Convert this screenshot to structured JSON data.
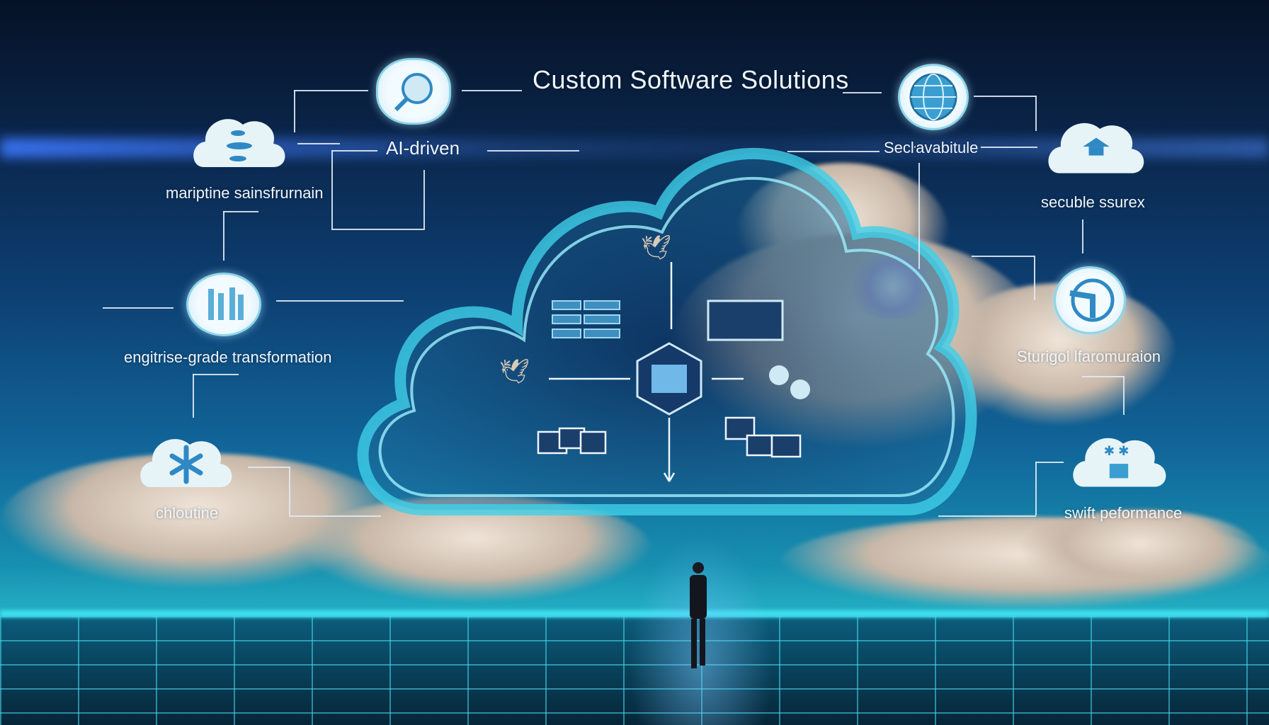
{
  "title": "Custom Software Solutions",
  "nodes": {
    "ai_driven": {
      "label": "AI-driven",
      "icon": "magnifier-icon"
    },
    "top_left": {
      "label": "mariptine sainsfrurnain",
      "icon": "cloud-icon"
    },
    "mid_left": {
      "label": "engitrise-grade transformation",
      "icon": "data-circle-icon"
    },
    "bottom_left": {
      "label": "chloutine",
      "icon": "asterisk-cloud-icon"
    },
    "top_center_right": {
      "label": "Secŀavabitule",
      "icon": "globe-icon"
    },
    "top_right": {
      "label": "secuble ssurex",
      "icon": "cloud-upload-icon"
    },
    "mid_right": {
      "label": "Sturigol lfaromuraion",
      "icon": "circle-logo-icon"
    },
    "bottom_right": {
      "label": "swift peformance",
      "icon": "box-cloud-icon"
    }
  },
  "colors": {
    "accent": "#3fd0e8",
    "sky_top": "#061226",
    "sky_bottom": "#27b6c8"
  }
}
